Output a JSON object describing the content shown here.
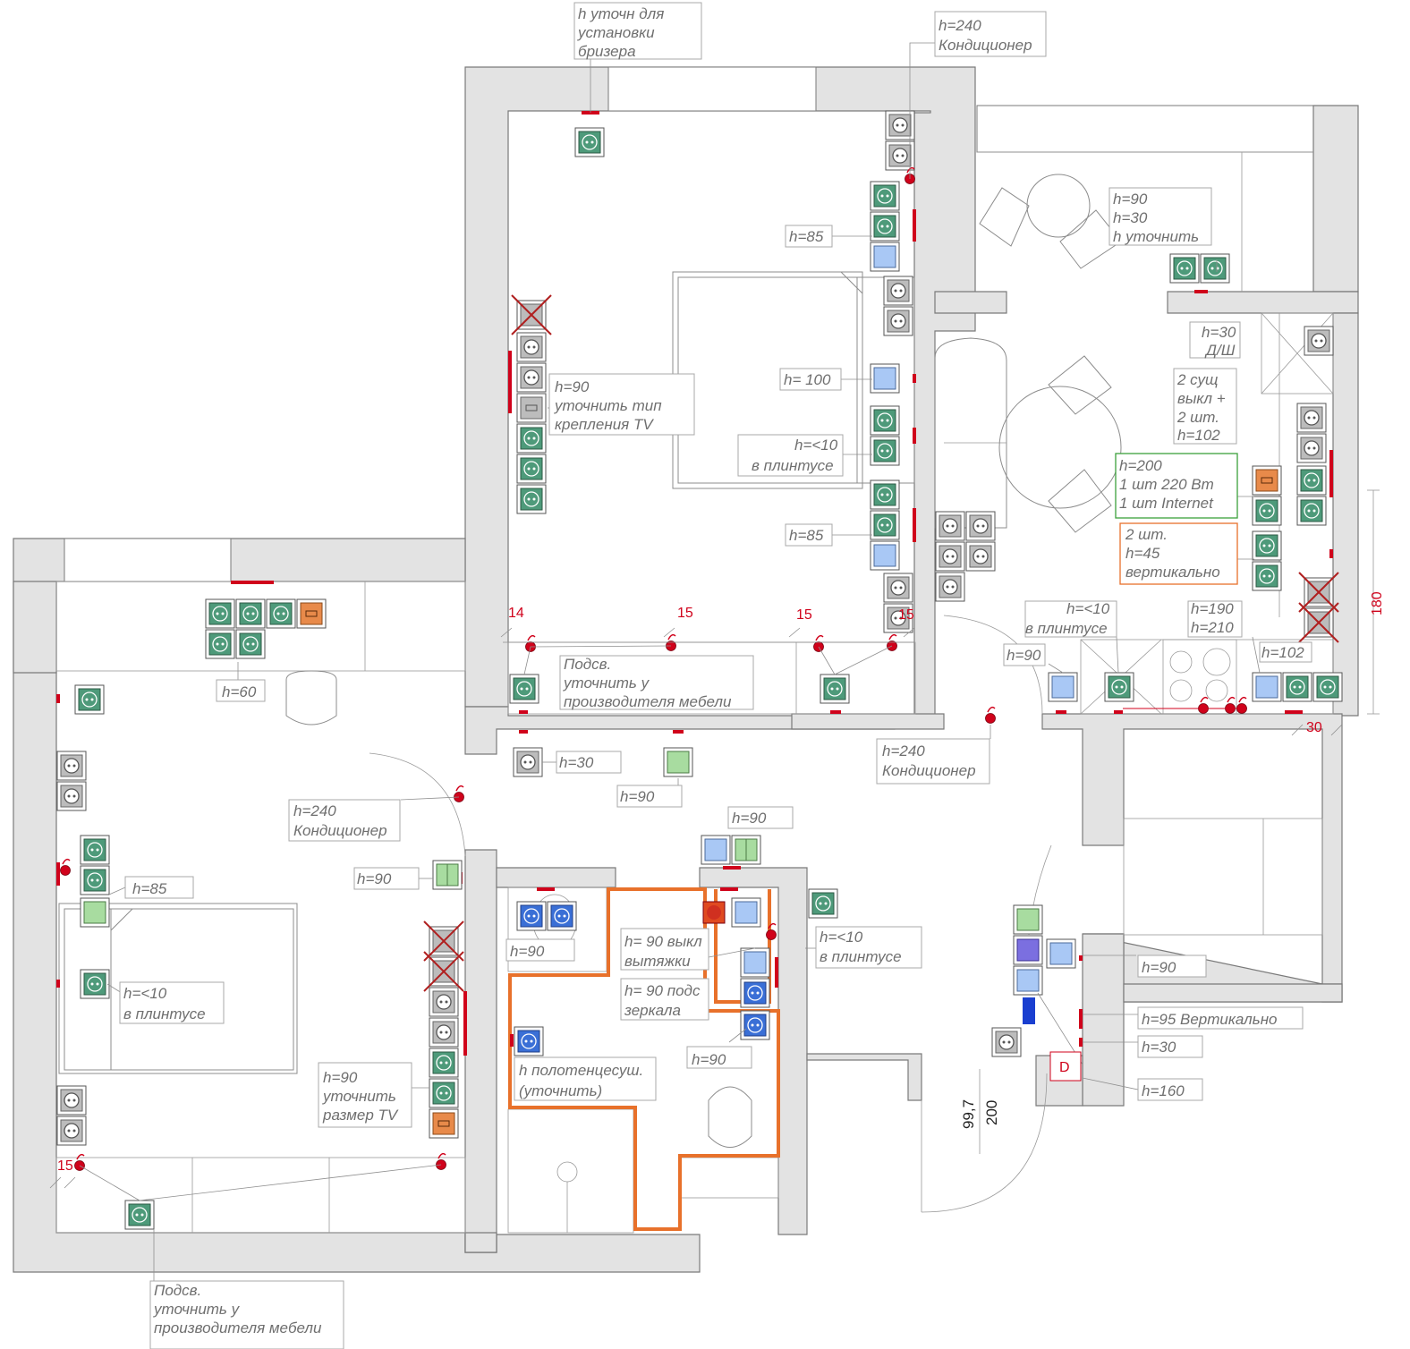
{
  "colors": {
    "wall_fill": "#e3e3e3",
    "socket_green": "#4e9a7a",
    "socket_grey": "#bcbcbc",
    "socket_blue": "#3a6fd6",
    "light_blue_box": "#a9c8f5",
    "switch_green": "#a8dca0",
    "orange_box": "#e88a4a",
    "violet_box": "#7b6fe0",
    "marker_red": "#d0021b",
    "orange_zone": "#e8712b",
    "green_note_border": "#3ca03c",
    "orange_note_border": "#e8712b"
  },
  "labels": {
    "breezer": "h уточн для установки бризера",
    "ac_top": "h=240 Кондиционер",
    "h85_a": "h=85",
    "h85_b": "h=85",
    "h100": "h= 100",
    "tv_mount": "h=90 уточнить тип крепления TV",
    "baseboard_bed": "h=<10 в плинтусе",
    "balcony": "h=90 h=30 h уточнить",
    "dw": "h=30 Д/Ш",
    "kitchen_sw": "2 сущ выкл + 2 шт. h=102",
    "internet": "h=200 1 шт 220 Вт 1 шт Internet",
    "vertical": "2 шт. h=45 вертикально",
    "baseboard_kitchen": "h=<10 в плинтусе",
    "h190": "h=190 h=210",
    "h102": "h=102",
    "h90_kitchen": "h=90",
    "ac_hall": "h=240 Кондиционер",
    "light_furn_top": "Подсв. уточнить у производителя мебели",
    "h30_hall": "h=30",
    "h90_hall": "h=90",
    "h60": "h=60",
    "ac_left": "h=240 Кондиционер",
    "h90_door": "h=90",
    "h85_left": "h=85",
    "baseboard_left": "h=<10 в плинтусе",
    "tv_size": "h=90 уточнить размер TV",
    "light_furn_bottom": "Подсв. уточнить у производителя мебели",
    "h90_bath_top": "h=90",
    "h90_bath": "h=90",
    "hood": "h= 90 выкл вытяжки",
    "mirror": "h= 90 подс зеркала",
    "towel": "h полотенцесуш. (уточнить)",
    "h90_wc": "h=90",
    "baseboard_wc": "h=<10 в плинтусе",
    "h90_corr": "h=90",
    "h95": "h=95 Вертикально",
    "h30_corr": "h=30",
    "h160": "h=160",
    "d_box": "D"
  },
  "dimensions": {
    "d14": "14",
    "d15a": "15",
    "d15b": "15",
    "d15c": "15",
    "d15d": "15",
    "d180": "180",
    "d30": "30",
    "d997": "99,7",
    "d200": "200"
  }
}
